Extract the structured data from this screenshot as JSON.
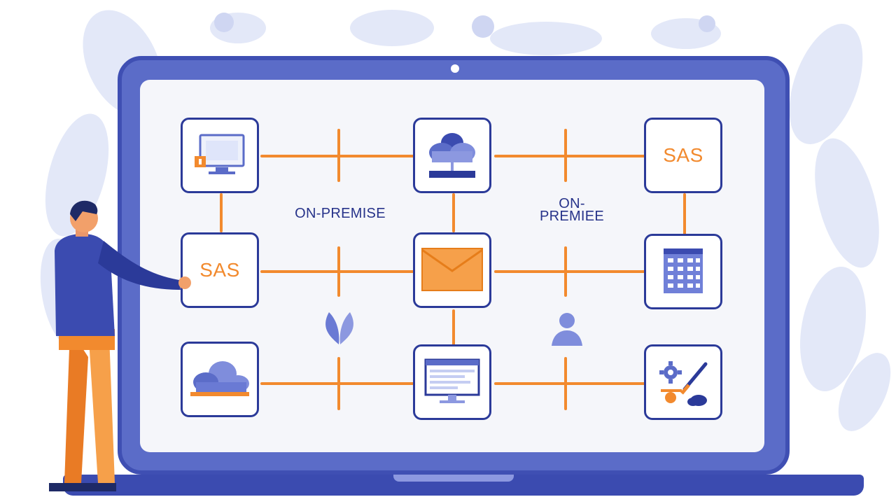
{
  "diagram": {
    "nodes": {
      "top_left": {
        "icon": "monitor-icon"
      },
      "top_center": {
        "icon": "cloud-server-icon"
      },
      "top_right": {
        "text": "SAS"
      },
      "middle_left": {
        "text": "SAS"
      },
      "middle_center": {
        "icon": "mail-envelope-icon"
      },
      "middle_right": {
        "icon": "spreadsheet-icon"
      },
      "bottom_left": {
        "icon": "cloud-icon"
      },
      "bottom_center": {
        "icon": "desktop-window-icon"
      },
      "bottom_right": {
        "icon": "tools-gear-icon"
      }
    },
    "labels": {
      "left_section": "ON-PREMISE",
      "right_section_line1": "ON-",
      "right_section_line2": "PREMIEE"
    }
  },
  "colors": {
    "laptop_frame": "#5b6cc8",
    "node_border": "#2b3a99",
    "connector": "#f28a2e",
    "accent_orange": "#f28a2e",
    "label_text": "#27338a"
  }
}
